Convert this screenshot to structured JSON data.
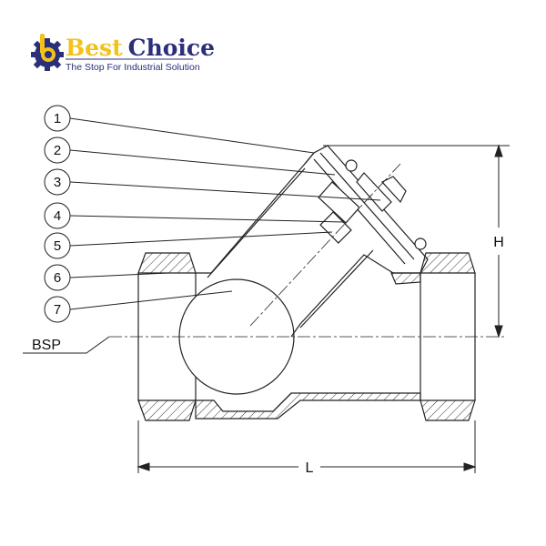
{
  "logo": {
    "name_part1": "Best",
    "name_part2": "Choice",
    "tagline": "The Stop For Industrial Solution",
    "colors": {
      "yellow": "#f2c21b",
      "navy": "#2b2f7a"
    }
  },
  "callouts": [
    "1",
    "2",
    "3",
    "4",
    "5",
    "6",
    "7"
  ],
  "dimensions": {
    "height": "H",
    "length": "L",
    "thread": "BSP"
  }
}
